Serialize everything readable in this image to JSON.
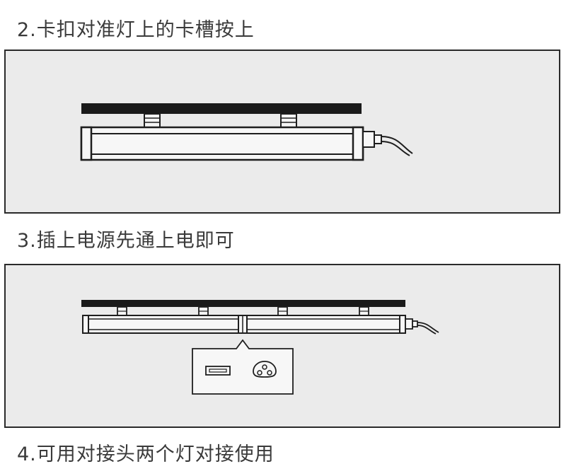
{
  "steps": [
    {
      "number": "2.",
      "text": "卡扣对准灯上的卡槽按上"
    },
    {
      "number": "3.",
      "text": "插上电源先通上电即可"
    },
    {
      "number": "4.",
      "text": "可用对接头两个灯对接使用"
    }
  ],
  "colors": {
    "panel_bg": "#ebebeb",
    "outline": "#1e1e1e",
    "rail": "#1a1a1a",
    "tube_fill": "#f7f7f7",
    "text": "#3a3a3a"
  },
  "icons": [
    "usb-port-icon",
    "three-pin-socket-icon"
  ]
}
